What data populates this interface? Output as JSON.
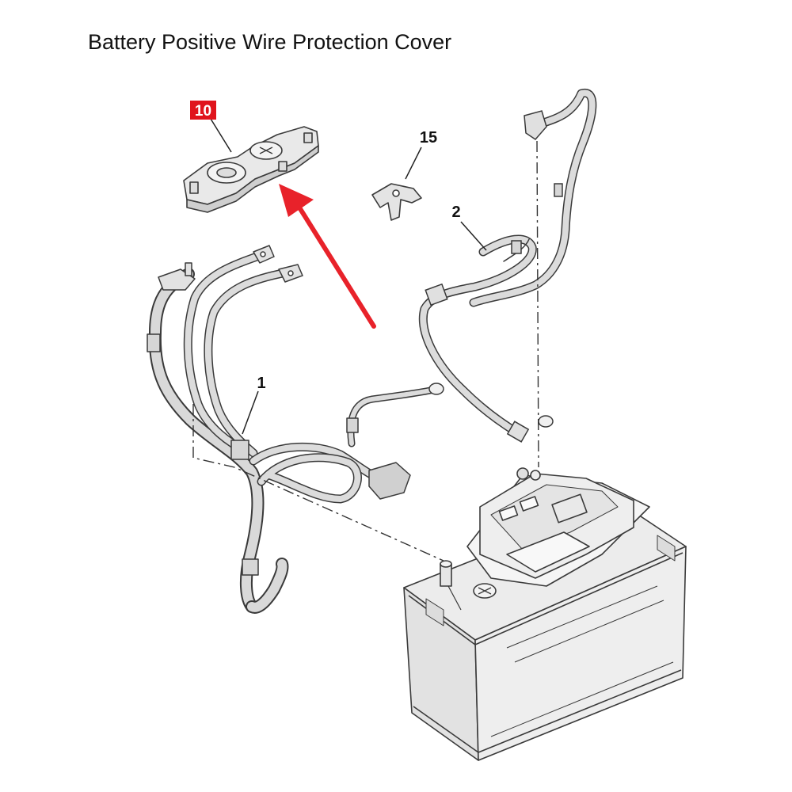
{
  "title": "Battery Positive Wire Protection Cover",
  "callouts": {
    "cover": "10",
    "bracket": "15",
    "negative_cable": "2",
    "positive_harness": "1"
  },
  "colors": {
    "highlight_label": "#e0141c",
    "arrow": "#e8222a",
    "line": "#3a3a3a",
    "part_fill": "#e6e6e6",
    "cable_fill": "#d9d9d9"
  }
}
